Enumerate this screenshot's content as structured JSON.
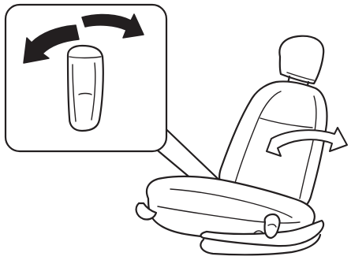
{
  "figure": {
    "icons": {
      "inset_panel": "magnifier-inset",
      "lever": "recline-lever",
      "arrow_back": "arrow-rearward",
      "arrow_forward": "arrow-forward",
      "arrow_recline": "recline-arrow",
      "seat": "car-seat"
    },
    "colors": {
      "line": "#231f20",
      "fill": "#ffffff",
      "arrow_dark": "#231f20"
    }
  }
}
